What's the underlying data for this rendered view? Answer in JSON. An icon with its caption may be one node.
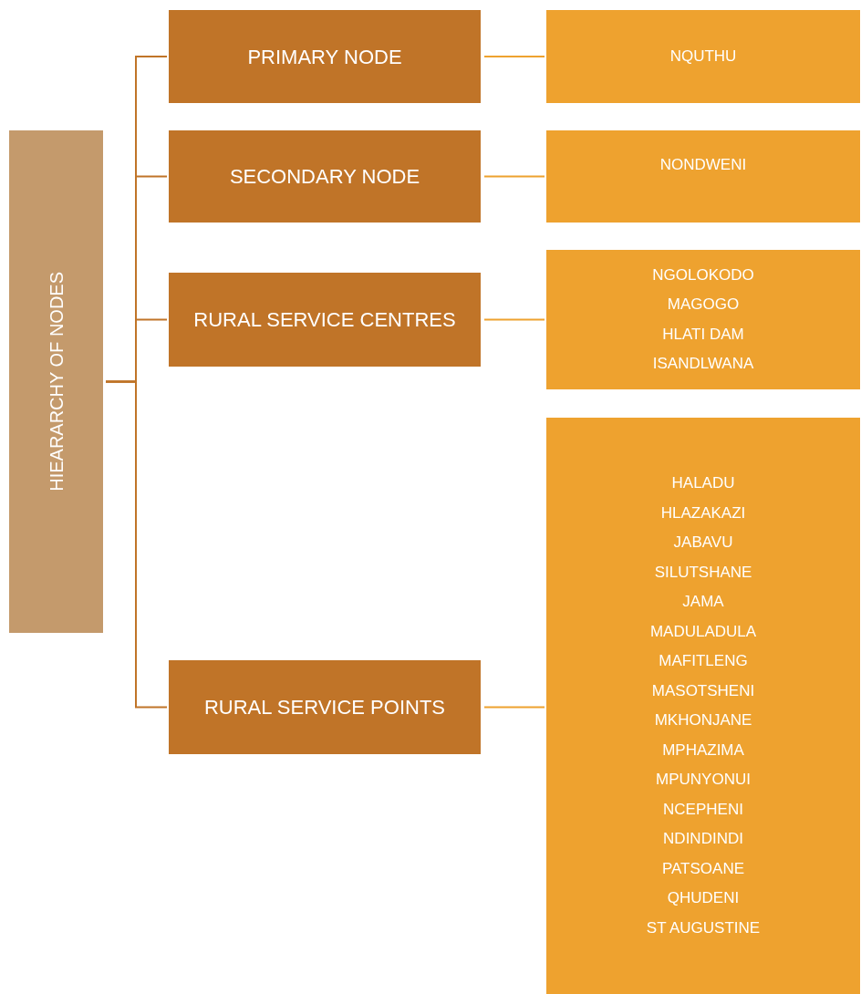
{
  "diagram": {
    "nodes": [
      {
        "text": [
          "HIEARARCHY OF NODES"
        ]
      },
      {
        "text": [
          "PRIMARY NODE"
        ]
      },
      {
        "text": [
          "SECONDARY NODE"
        ]
      },
      {
        "text": [
          "RURAL SERVICE CENTRES"
        ]
      },
      {
        "text": [
          "RURAL SERVICE POINTS"
        ]
      },
      {
        "text": [
          "NQUTHU"
        ]
      },
      {
        "text": [
          "NONDWENI"
        ]
      },
      {
        "text": [
          "NGOLOKODO",
          "MAGOGO",
          "HLATI DAM",
          "ISANDLWANA"
        ]
      },
      {
        "text": [
          "HALADU",
          "HLAZAKAZI",
          "JABAVU",
          "SILUTSHANE",
          "JAMA",
          "MADULADULA",
          "MAFITLENG",
          "MASOTSHENI",
          "MKHONJANE",
          "MPHAZIMA",
          "MPUNYONUI",
          "NCEPHENI",
          "NDINDINDI",
          "PATSOANE",
          "QHUDENI",
          "ST AUGUSTINE"
        ]
      }
    ],
    "edges": [
      {
        "from": 0,
        "to": 1,
        "arrow": "none",
        "color": "#c07428"
      },
      {
        "from": 0,
        "to": 2,
        "arrow": "none",
        "color": "#c07428"
      },
      {
        "from": 0,
        "to": 3,
        "arrow": "none",
        "color": "#c07428"
      },
      {
        "from": 0,
        "to": 4,
        "arrow": "none",
        "color": "#c07428"
      },
      {
        "from": 1,
        "to": 5,
        "arrow": "none",
        "color": "#eea22f"
      },
      {
        "from": 2,
        "to": 6,
        "arrow": "none",
        "color": "#eea22f"
      },
      {
        "from": 3,
        "to": 7,
        "arrow": "none",
        "color": "#eea22f"
      },
      {
        "from": 4,
        "to": 8,
        "arrow": "none",
        "color": "#eea22f"
      }
    ]
  }
}
